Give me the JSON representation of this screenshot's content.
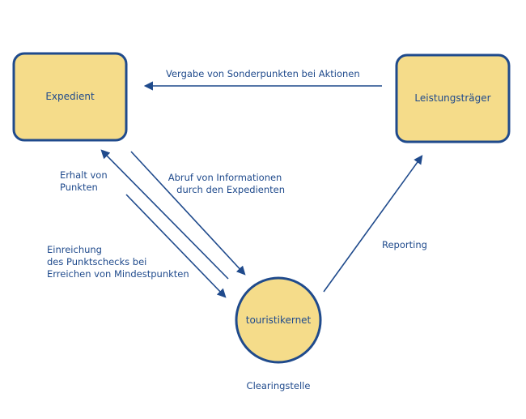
{
  "colors": {
    "node_fill": "#f5dc8a",
    "node_stroke": "#1f4a8c",
    "arrow": "#1f4a8c",
    "text": "#1f4a8c"
  },
  "nodes": {
    "expedient": {
      "label": "Expedient"
    },
    "leistungstraeger": {
      "label": "Leistungsträger"
    },
    "touristikernet": {
      "label": "touristikernet"
    }
  },
  "annotations": {
    "clearingstelle": "Clearingstelle"
  },
  "edges": {
    "vergabe": {
      "lines": [
        "Vergabe von Sonderpunkten bei Aktionen"
      ]
    },
    "erhalt": {
      "lines": [
        "Erhalt von",
        "Punkten"
      ]
    },
    "abruf": {
      "lines": [
        "Abruf von Informationen",
        "durch den Expedienten"
      ]
    },
    "einreichung": {
      "lines": [
        "Einreichung",
        "des Punktschecks bei",
        "Erreichen von Mindestpunkten"
      ]
    },
    "reporting": {
      "lines": [
        "Reporting"
      ]
    }
  }
}
